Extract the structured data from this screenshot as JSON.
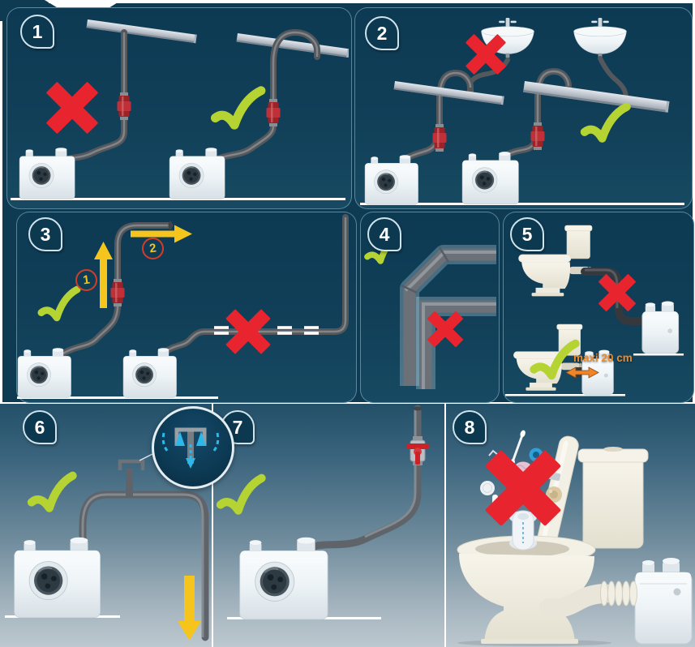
{
  "document": {
    "kind": "macerator-installation-instructions"
  },
  "colors": {
    "background_navy": "#0e3a52",
    "panel_border_blue": "#96c0d4",
    "cross_red": "#e8242e",
    "check_green": "#b5d434",
    "arrow_yellow": "#f6c51d",
    "step_circle_red": "#d23c2a",
    "annotation_orange": "#ef8a28",
    "inset_arrow_blue": "#2cb9ea"
  },
  "panels": [
    {
      "number": "1",
      "verdicts": [
        "cross",
        "check"
      ]
    },
    {
      "number": "2",
      "verdicts": [
        "cross",
        "check"
      ]
    },
    {
      "number": "3",
      "verdicts": [
        "check",
        "cross"
      ],
      "steps": [
        {
          "label": "1"
        },
        {
          "label": "2"
        }
      ]
    },
    {
      "number": "4",
      "verdicts": [
        "check",
        "cross"
      ]
    },
    {
      "number": "5",
      "verdicts": [
        "cross",
        "check"
      ],
      "annotation": "maxi 20 cm"
    },
    {
      "number": "6",
      "verdicts": [
        "check"
      ]
    },
    {
      "number": "7",
      "verdicts": [
        "check"
      ]
    },
    {
      "number": "8",
      "verdicts": [
        "cross"
      ]
    }
  ]
}
